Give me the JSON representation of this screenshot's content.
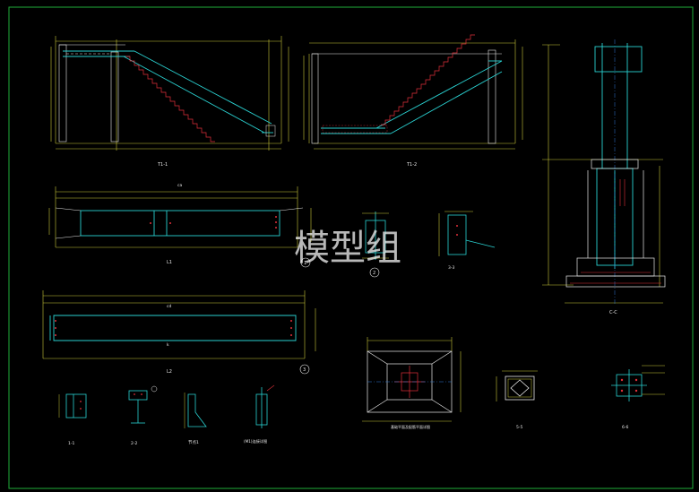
{
  "colors": {
    "background": "#000000",
    "frame": "#1fae3a",
    "dimension": "#c9c63a",
    "steel": "#2ad1d1",
    "outline": "#e8e8e8",
    "rebar": "#e0303a",
    "grid": "#2e7bd6",
    "white_label": "#f0f0f0"
  },
  "watermark": "模型组",
  "views": {
    "stair_elev_1": {
      "title": "T1-1"
    },
    "stair_elev_2": {
      "title": "T1-2"
    },
    "column_section": {
      "title": "C-C"
    },
    "beam_1": {
      "title": "L1",
      "top_marker": "ca"
    },
    "beam_2": {
      "title": "L2",
      "top_marker": "cd",
      "mid_marker": "k"
    },
    "node_1": {
      "circle": "1"
    },
    "node_2": {
      "circle": "2"
    },
    "node_3": {
      "circle": "3"
    },
    "detail_33": {
      "title": "3-3"
    },
    "section_11": {
      "title": "1-1"
    },
    "section_22": {
      "title": "2-2"
    },
    "detail_a": {
      "title": "节点1"
    },
    "detail_b": {
      "title": "(M1)连接详图"
    },
    "base_plan": {
      "title": "基础平面及配筋平面详图"
    },
    "section_55": {
      "title": "5-5"
    },
    "section_66": {
      "title": "6-6"
    }
  }
}
